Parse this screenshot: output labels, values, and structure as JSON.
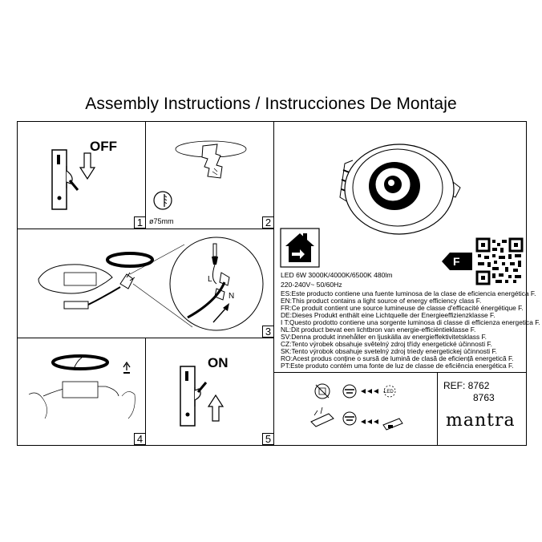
{
  "title": "Assembly Instructions / Instrucciones De Montaje",
  "steps": {
    "s1": {
      "num": "1",
      "label": "OFF"
    },
    "s2": {
      "num": "2",
      "diameter": "ø75mm"
    },
    "s3": {
      "num": "3",
      "live": "L",
      "neutral": "N"
    },
    "s4": {
      "num": "4"
    },
    "s5": {
      "num": "5",
      "label": "ON"
    }
  },
  "product": {
    "spec1": "LED 6W 3000K/4000K/6500K 480lm",
    "spec2": "220-240V~ 50/60Hz",
    "energy_class": "F",
    "lines": [
      "ES:Este producto contiene una fuente luminosa de la clase de eficiencia energética F.",
      "EN:This product contains a light source of energy efficiency class F.",
      "FR:Ce produit contient une source lumineuse de classe d'efficacité énergétique F.",
      "DE:Dieses Produkt enthält eine Lichtquelle der Energieeffizienzklasse F.",
      "I T:Questo prodotto contiene una sorgente luminosa di classe di efficienza energetica F.",
      "NL:Dit product bevat een lichtbron van energie-efficiëntieklasse F.",
      "SV:Denna produkt innehåller en ljuskälla av energieffektivitetsklass F.",
      "CZ:Tento výrobek obsahuje světelný zdroj třídy energetické účinnosti F.",
      "SK:Tento výrobok obsahuje svetelný zdroj triedy energetickej účinnosti  F.",
      "RO:Acest produs conține o sursă de lumină de clasă de eficiență energetică F.",
      "PT:Este produto contém uma fonte de luz de classe de eficiência energética F."
    ]
  },
  "ref": {
    "label": "REF: 8762",
    "second": "8763"
  },
  "brand": "mantra",
  "recycle": {
    "led": "LED"
  }
}
